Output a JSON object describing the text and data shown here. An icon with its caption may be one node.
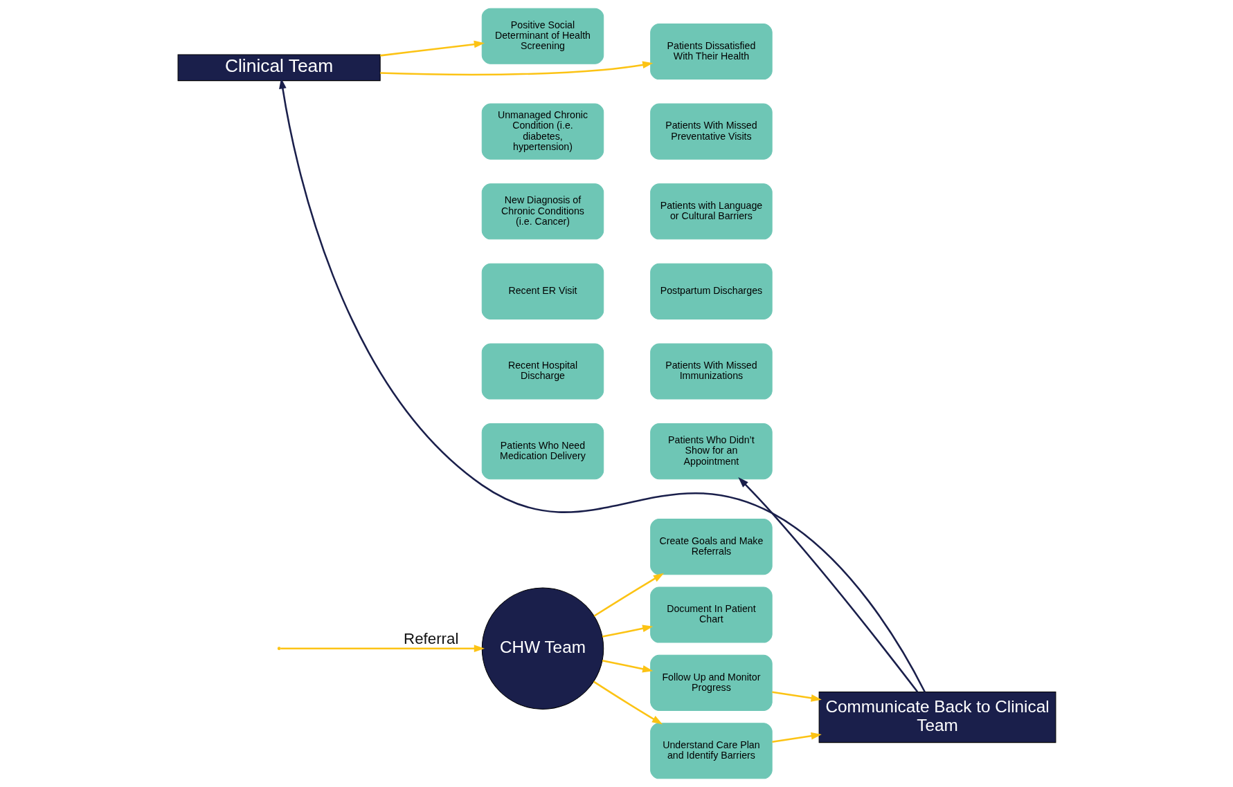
{
  "diagram": {
    "nodes": [
      {
        "text": [
          "Clinical Team"
        ]
      },
      {
        "text": [
          "Positive Social Determinant of Health Screening"
        ]
      },
      {
        "text": [
          "Patients Dissatisfied With Their Health"
        ]
      },
      {
        "text": [
          "Unmanaged Chronic Condition (i.e. diabetes, hypertension)"
        ]
      },
      {
        "text": [
          "Patients With Missed Preventative Visits"
        ]
      },
      {
        "text": [
          "New Diagnosis of Chronic Conditions (i.e. Cancer)"
        ]
      },
      {
        "text": [
          "Patients with Language or Cultural Barriers"
        ]
      },
      {
        "text": [
          "Recent ER Visit"
        ]
      },
      {
        "text": [
          "Postpartum Discharges"
        ]
      },
      {
        "text": [
          "Recent Hospital Discharge"
        ]
      },
      {
        "text": [
          "Patients With Missed Immunizations"
        ]
      },
      {
        "text": [
          "Patients Who Need Medication Delivery"
        ]
      },
      {
        "text": [
          "Patients Who Didn’t Show for an Appointment"
        ]
      },
      {
        "text": [
          "CHW Team"
        ]
      },
      {
        "text": [
          "Understand Care Plan and Identify Barriers"
        ]
      },
      {
        "text": [
          "Create Goals and Make Referrals"
        ]
      },
      {
        "text": [
          "Document In Patient Chart"
        ]
      },
      {
        "text": [
          "Follow Up and Monitor Progress"
        ]
      },
      {
        "text": [
          "Communicate Back to Clinical Team"
        ]
      }
    ],
    "edges": [
      {
        "from": 0,
        "to": 1,
        "arrow": "to"
      },
      {
        "from": 0,
        "to": 2,
        "arrow": "to"
      },
      {
        "from": null,
        "to": 13,
        "arrow": "to",
        "label": "Referral"
      },
      {
        "from": 13,
        "to": 14,
        "arrow": "to"
      },
      {
        "from": 13,
        "to": 15,
        "arrow": "to"
      },
      {
        "from": 13,
        "to": 16,
        "arrow": "to"
      },
      {
        "from": 13,
        "to": 17,
        "arrow": "to"
      },
      {
        "from": 14,
        "to": 18,
        "arrow": "to"
      },
      {
        "from": 17,
        "to": 18,
        "arrow": "to"
      },
      {
        "from": 18,
        "to": 0,
        "arrow": "to",
        "color": "#1a1f4b"
      },
      {
        "from": 18,
        "to": 12,
        "arrow": "to",
        "color": "#1a1f4b"
      }
    ]
  }
}
